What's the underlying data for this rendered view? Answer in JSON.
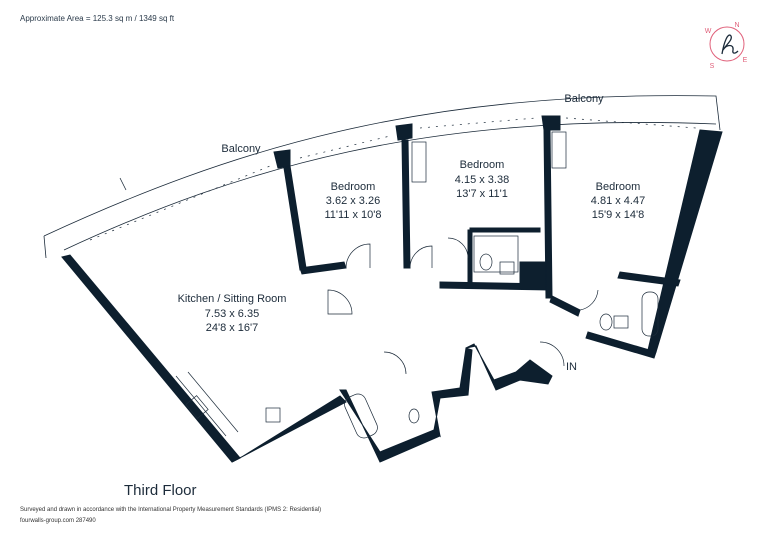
{
  "header": {
    "area": "Approximate Area = 125.3 sq m / 1349 sq ft"
  },
  "compass": {
    "n": "N",
    "e": "E",
    "s": "S",
    "w": "W",
    "logo": "h"
  },
  "balconies": {
    "left": "Balcony",
    "right": "Balcony"
  },
  "rooms": {
    "kitchen": {
      "name": "Kitchen / Sitting Room",
      "metric": "7.53 x 6.35",
      "imperial": "24'8 x 16'7"
    },
    "bedroom1": {
      "name": "Bedroom",
      "metric": "3.62 x 3.26",
      "imperial": "11'11 x 10'8"
    },
    "bedroom2": {
      "name": "Bedroom",
      "metric": "4.15 x 3.38",
      "imperial": "13'7 x 11'1"
    },
    "bedroom3": {
      "name": "Bedroom",
      "metric": "4.81 x 4.47",
      "imperial": "15'9 x 14'8"
    }
  },
  "entrance": "IN",
  "floor": "Third Floor",
  "footer": {
    "note": "Surveyed and drawn in accordance with the International Property Measurement Standards (IPMS 2: Residential)",
    "ref": "fourwalls-group.com 287490"
  },
  "colors": {
    "wall": "#0d1f2e",
    "accent": "#e0607a"
  }
}
